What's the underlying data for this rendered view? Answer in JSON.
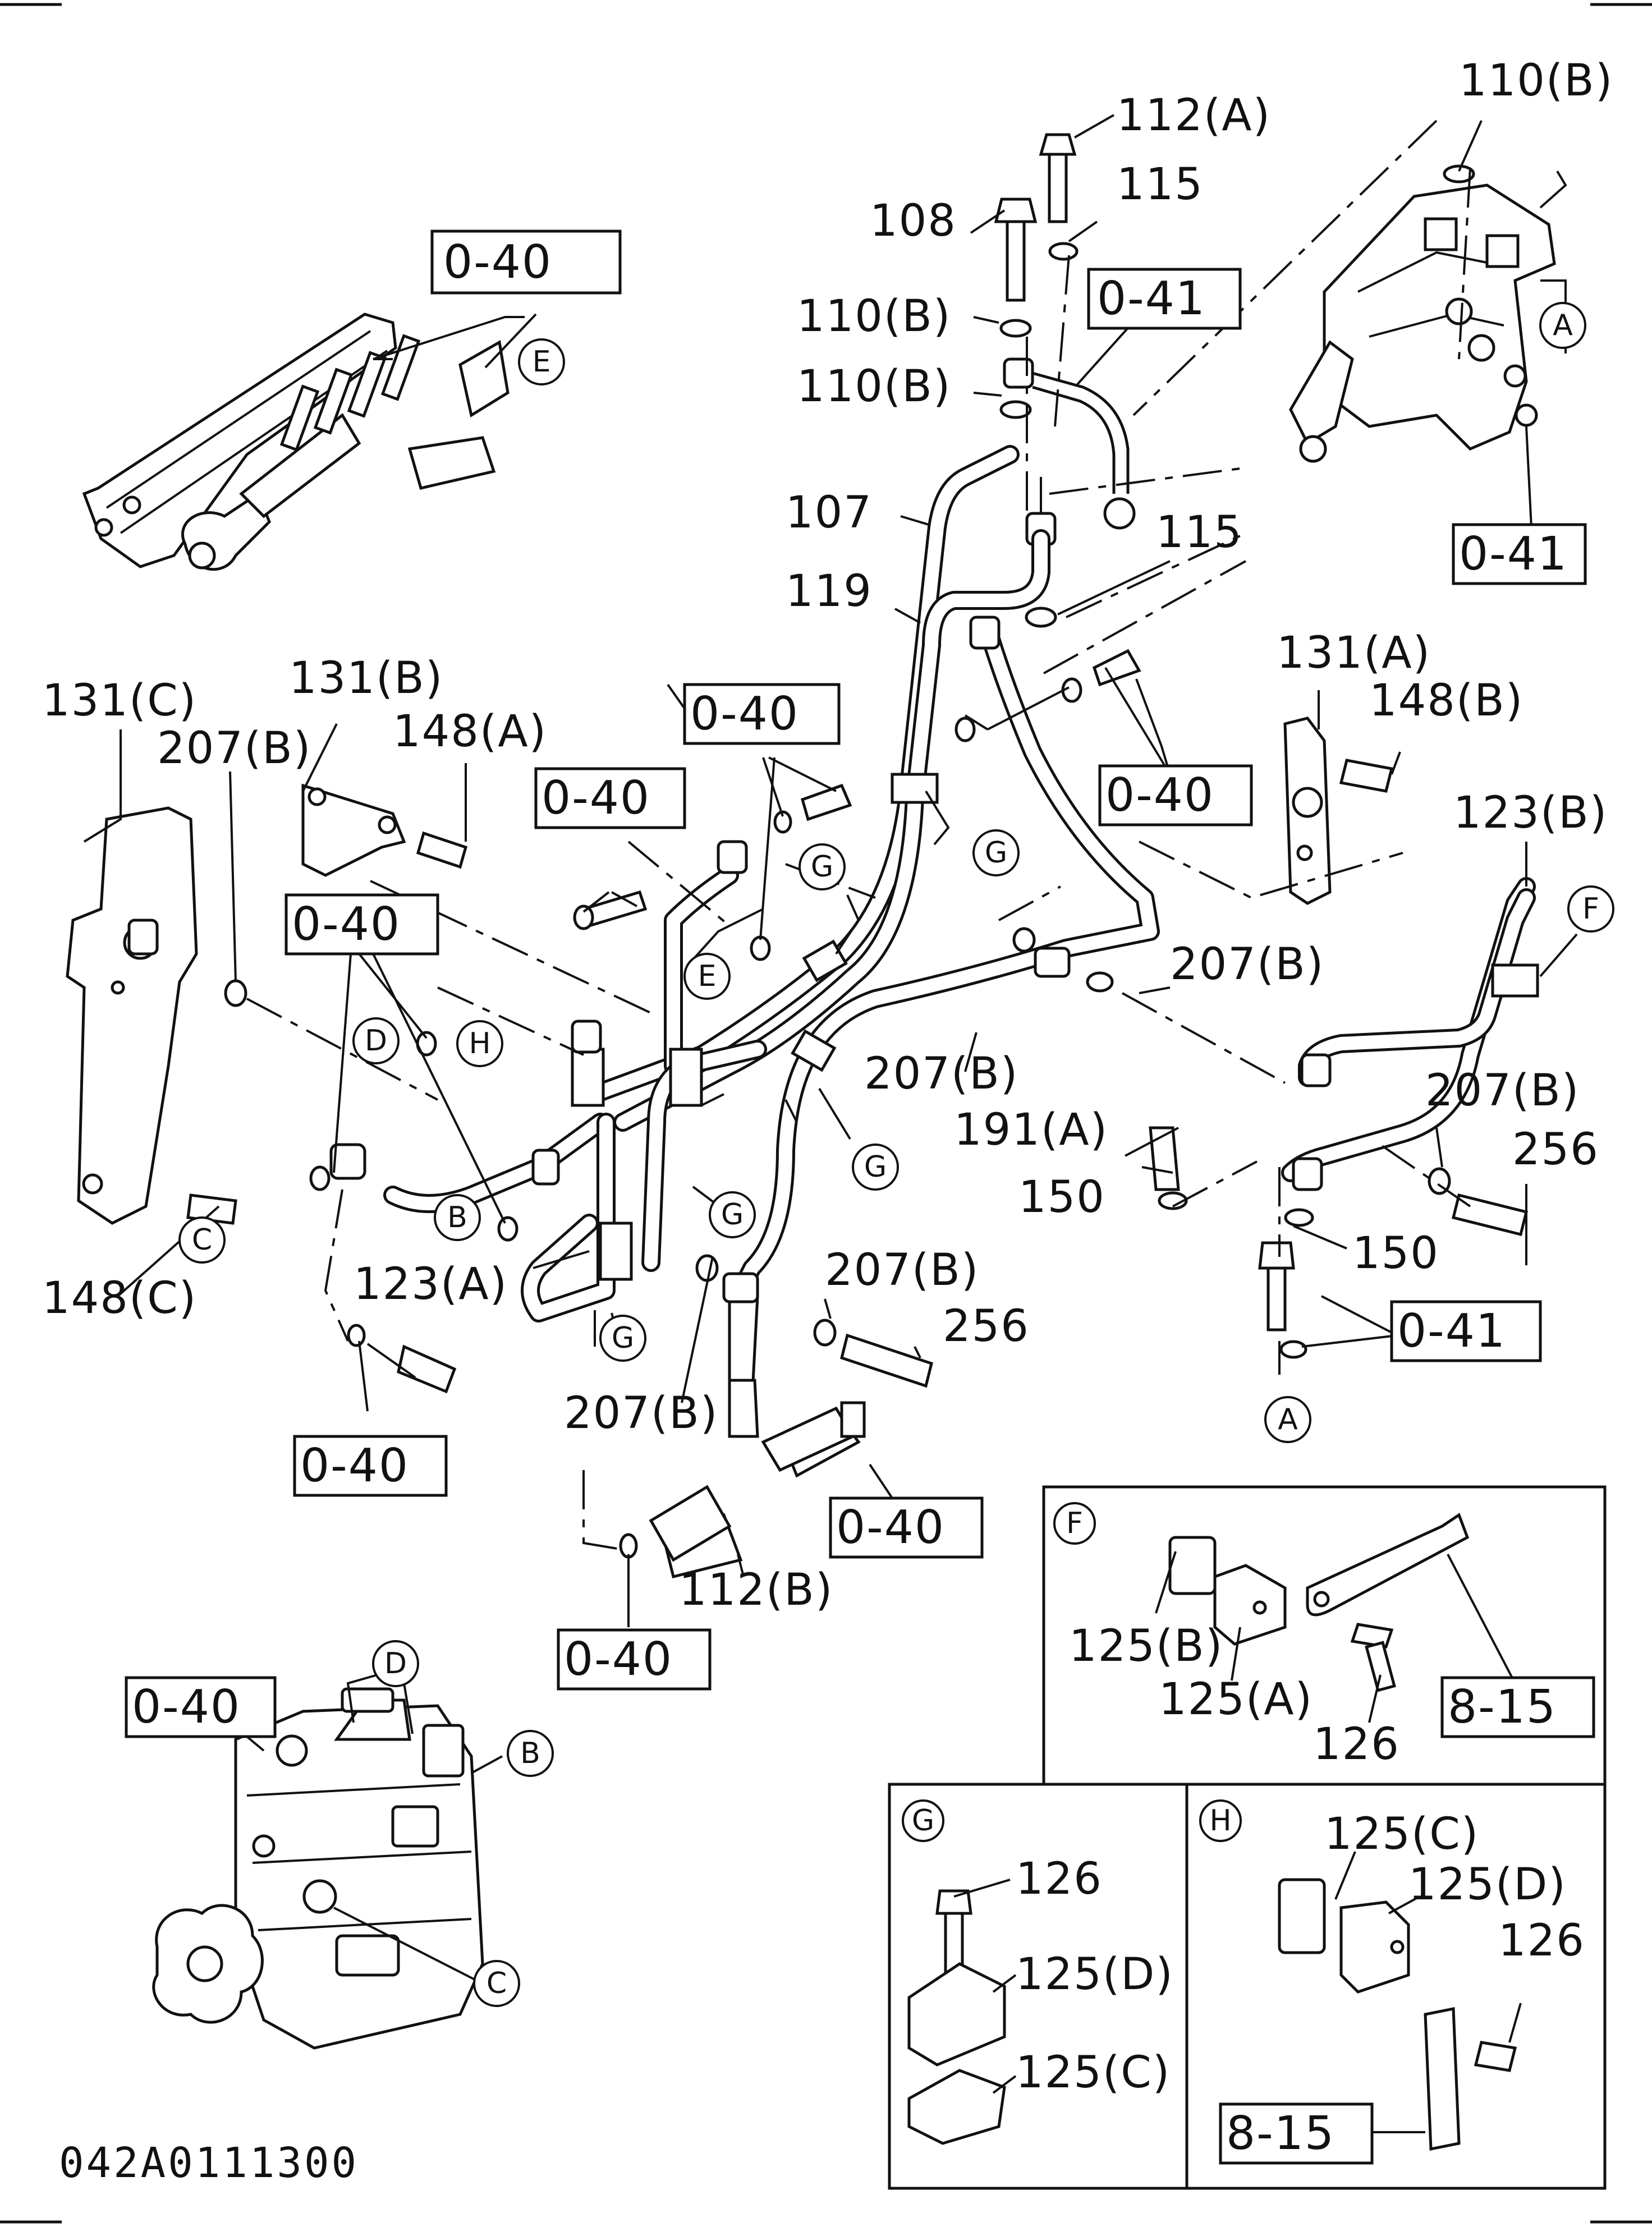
{
  "document": {
    "code": "042A0111300"
  },
  "ref_boxes": [
    {
      "id": "ref-0-40-e",
      "text": "0-40"
    },
    {
      "id": "ref-0-41-a",
      "text": "0-41"
    },
    {
      "id": "ref-0-41-b",
      "text": "0-41"
    },
    {
      "id": "ref-0-40-a",
      "text": "0-40"
    },
    {
      "id": "ref-0-40-b",
      "text": "0-40"
    },
    {
      "id": "ref-0-40-c",
      "text": "0-40"
    },
    {
      "id": "ref-0-40-d",
      "text": "0-40"
    },
    {
      "id": "ref-0-41-c",
      "text": "0-41"
    },
    {
      "id": "ref-0-40-f",
      "text": "0-40"
    },
    {
      "id": "ref-0-40-g",
      "text": "0-40"
    },
    {
      "id": "ref-0-40-h",
      "text": "0-40"
    },
    {
      "id": "ref-0-40-i",
      "text": "0-40"
    },
    {
      "id": "ref-8-15-f",
      "text": "8-15"
    },
    {
      "id": "ref-8-15-h",
      "text": "8-15"
    }
  ],
  "part_labels": [
    "112(A)",
    "110(B)",
    "115",
    "108",
    "110(B)",
    "110(B)",
    "107",
    "115",
    "119",
    "131(A)",
    "148(B)",
    "131(C)",
    "131(B)",
    "148(A)",
    "207(B)",
    "123(B)",
    "207(B)",
    "207(B)",
    "191(A)",
    "207(B)",
    "256",
    "150",
    "150",
    "148(C)",
    "123(A)",
    "207(B)",
    "256",
    "207(B)",
    "112(B)",
    "125(B)",
    "125(A)",
    "126",
    "126",
    "125(D)",
    "125(C)",
    "125(C)",
    "125(D)",
    "126"
  ],
  "circle_markers": [
    "A",
    "E",
    "G",
    "G",
    "E",
    "D",
    "H",
    "B",
    "C",
    "G",
    "G",
    "G",
    "F",
    "A",
    "D",
    "B",
    "C",
    "F",
    "G",
    "H"
  ]
}
